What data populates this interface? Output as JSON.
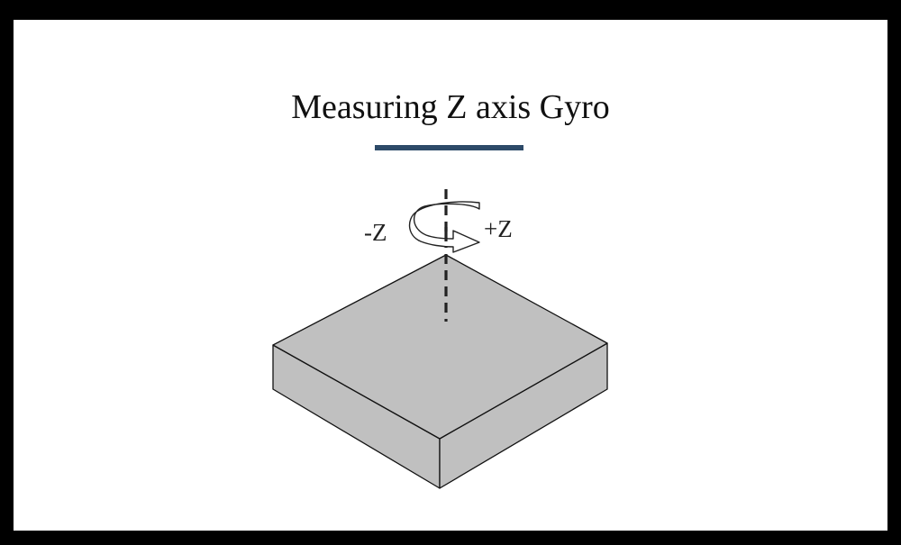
{
  "title": "Measuring Z axis Gyro",
  "labels": {
    "negative_z": "-Z",
    "positive_z": "+Z"
  },
  "icons": {
    "rotation_arrow": "curved-rotation-arrow-icon"
  },
  "colors": {
    "background": "#ffffff",
    "border": "#000000",
    "accent_underline": "#2d4a68",
    "block_fill": "#c0c0c0",
    "line": "#111111"
  }
}
